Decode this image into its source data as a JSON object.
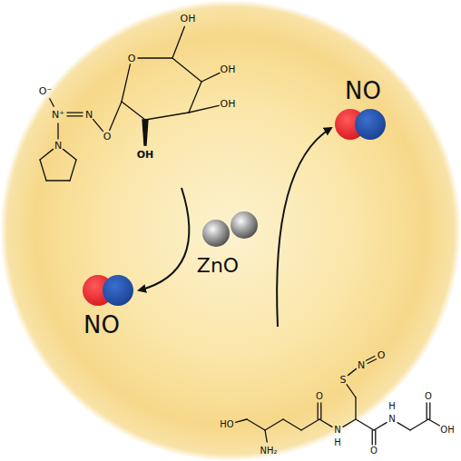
{
  "diagram": {
    "labels": [
      "NO",
      "NO",
      "ZnO",
      "O⁻",
      "N⁺",
      "N",
      "N",
      "O",
      "O",
      "OH",
      "OH",
      "OH",
      "OH",
      "S",
      "N",
      "O",
      "HO",
      "NH₂",
      "O",
      "N",
      "H",
      "O",
      "N",
      "H",
      "O",
      "OH"
    ]
  }
}
